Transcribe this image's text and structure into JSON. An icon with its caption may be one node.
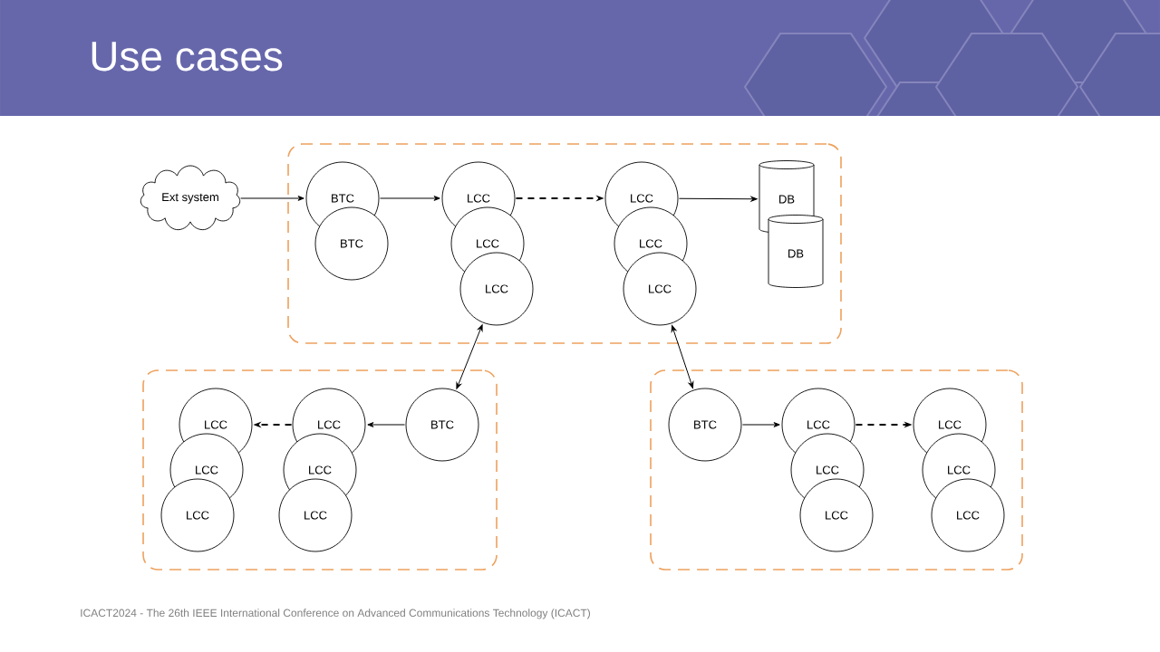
{
  "diagram": {
    "title": "Use cases",
    "nodes": [
      {
        "text": [],
        "shape": "box"
      },
      {
        "text": [
          "Ext system"
        ]
      },
      {
        "text": [
          "BTC"
        ],
        "in": 0
      },
      {
        "text": [
          "BTC"
        ],
        "in": 0
      },
      {
        "text": [
          "LCC"
        ],
        "in": 0
      },
      {
        "text": [
          "LCC"
        ],
        "in": 0
      },
      {
        "text": [
          "LCC"
        ],
        "in": 0
      },
      {
        "text": [
          "LCC"
        ],
        "in": 0
      },
      {
        "text": [
          "LCC"
        ],
        "in": 0
      },
      {
        "text": [
          "LCC"
        ],
        "in": 0
      },
      {
        "text": [
          "DB"
        ],
        "in": 0
      },
      {
        "text": [
          "DB"
        ],
        "in": 0
      },
      {
        "text": [],
        "shape": "box"
      },
      {
        "text": [
          "LCC"
        ],
        "in": 12
      },
      {
        "text": [
          "LCC"
        ],
        "in": 12
      },
      {
        "text": [
          "LCC"
        ],
        "in": 12
      },
      {
        "text": [
          "LCC"
        ],
        "in": 12
      },
      {
        "text": [
          "LCC"
        ],
        "in": 12
      },
      {
        "text": [
          "LCC"
        ],
        "in": 12
      },
      {
        "text": [
          "BTC"
        ],
        "in": 12
      },
      {
        "text": [],
        "shape": "box"
      },
      {
        "text": [
          "BTC"
        ],
        "in": 20
      },
      {
        "text": [
          "LCC"
        ],
        "in": 20
      },
      {
        "text": [
          "LCC"
        ],
        "in": 20
      },
      {
        "text": [
          "LCC"
        ],
        "in": 20
      },
      {
        "text": [
          "LCC"
        ],
        "in": 20
      },
      {
        "text": [
          "LCC"
        ],
        "in": 20
      },
      {
        "text": [
          "LCC"
        ],
        "in": 20
      }
    ],
    "edges": [
      {
        "from": 1,
        "to": 2,
        "arrow": "to"
      },
      {
        "from": 2,
        "to": 4,
        "arrow": "to"
      },
      {
        "from": 4,
        "to": 7,
        "arrow": "to",
        "style": "dashed"
      },
      {
        "from": 7,
        "to": 10,
        "arrow": "to"
      },
      {
        "from": 6,
        "to": 19,
        "arrow": "both"
      },
      {
        "from": 9,
        "to": 21,
        "arrow": "both"
      },
      {
        "from": 19,
        "to": 16,
        "arrow": "to"
      },
      {
        "from": 16,
        "to": 13,
        "arrow": "to",
        "style": "dashed"
      },
      {
        "from": 21,
        "to": 22,
        "arrow": "to"
      },
      {
        "from": 22,
        "to": 25,
        "arrow": "to",
        "style": "dashed"
      }
    ],
    "labels": [
      "ICACT2024 - The 26th IEEE International Conference on Advanced Communications Technology (ICACT)"
    ]
  }
}
